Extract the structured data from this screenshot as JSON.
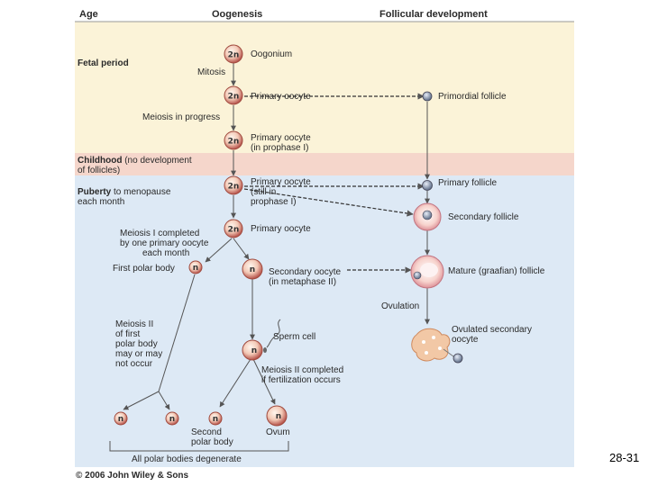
{
  "headers": {
    "age": "Age",
    "oogenesis": "Oogenesis",
    "follicular": "Follicular development"
  },
  "ages": {
    "fetal": "Fetal period",
    "childhood_bold": "Childhood",
    "childhood_rest": " (no development",
    "childhood_line2": "of follicles)",
    "puberty_bold": "Puberty",
    "puberty_rest": " to menopause",
    "puberty_line2": "each month"
  },
  "ploidy": {
    "diploid": "2n",
    "haploid": "n"
  },
  "oogenesis": {
    "oogonium": "Oogonium",
    "mitosis": "Mitosis",
    "primary_oocyte": "Primary oocyte",
    "meiosis_in_progress": "Meiosis in progress",
    "po_prophase": [
      "Primary oocyte",
      "(in prophase I)"
    ],
    "po_still": [
      "Primary oocyte",
      "(still in",
      "prophase I)"
    ],
    "primary_oocyte_2": "Primary oocyte",
    "meiosis_i_completed": [
      "Meiosis I completed",
      "by one primary oocyte",
      "each month"
    ],
    "first_polar_body": "First polar body",
    "secondary_oocyte": [
      "Secondary oocyte",
      "(in metaphase II)"
    ],
    "meiosis_ii_first": [
      "Meiosis II",
      "of first",
      "polar body",
      "may or may",
      "not occur"
    ],
    "sperm_cell": "Sperm cell",
    "meiosis_ii_completed": [
      "Meiosis II completed",
      "if fertilization occurs"
    ],
    "second_polar_body": [
      "Second",
      "polar body"
    ],
    "ovum": "Ovum",
    "all_polar_degenerate": "All polar bodies degenerate"
  },
  "follicular": {
    "primordial": "Primordial follicle",
    "primary": "Primary follicle",
    "secondary": "Secondary follicle",
    "mature": "Mature (graafian) follicle",
    "ovulation": "Ovulation",
    "ovulated": [
      "Ovulated secondary",
      "oocyte"
    ]
  },
  "copyright": "© 2006 John Wiley & Sons",
  "slide_number": "28-31",
  "colors": {
    "fetal_band": "#fbf3d8",
    "childhood_band": "#f5d6cb",
    "puberty_band": "#dde9f5",
    "arrow": "#555555"
  }
}
